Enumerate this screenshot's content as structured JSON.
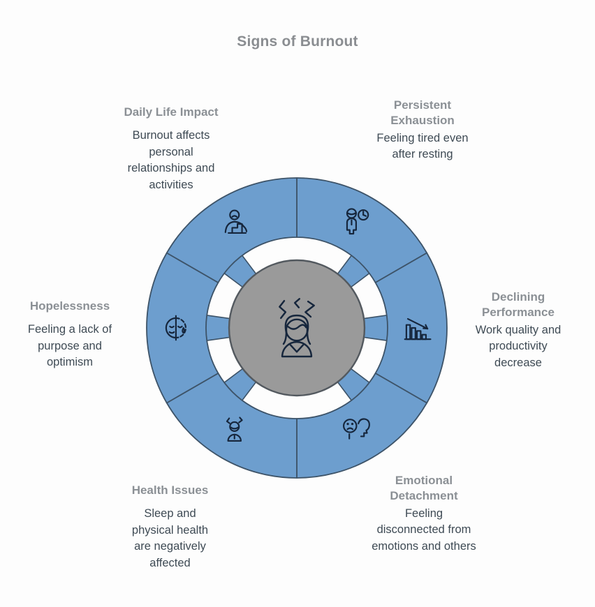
{
  "title": "Signs of Burnout",
  "center": {
    "icon": "stressed-person-icon"
  },
  "segments": [
    {
      "id": "persistent-exhaustion",
      "heading": "Persistent Exhaustion",
      "body": "Feeling tired even after resting",
      "icon": "tired-person-clock-icon"
    },
    {
      "id": "declining-performance",
      "heading": "Declining Performance",
      "body": "Work quality and productivity decrease",
      "icon": "declining-bar-chart-icon"
    },
    {
      "id": "emotional-detachment",
      "heading": "Emotional Detachment",
      "body": "Feeling disconnected from emotions and others",
      "icon": "sad-face-head-profile-icon"
    },
    {
      "id": "health-issues",
      "heading": "Health Issues",
      "body": "Sleep and physical health are negatively affected",
      "icon": "stressed-small-person-icon"
    },
    {
      "id": "hopelessness",
      "heading": "Hopelessness",
      "body": "Feeling a lack of purpose and optimism",
      "icon": "split-sad-face-teardrop-icon"
    },
    {
      "id": "daily-life-impact",
      "heading": "Daily Life Impact",
      "body": "Burnout affects personal relationships and activities",
      "icon": "sad-person-at-desk-icon"
    }
  ],
  "colors": {
    "ring": "#6D9ECE",
    "ring_border": "#3D5368",
    "center_fill": "#9A9A9A",
    "center_border": "#53595F",
    "icon_stroke": "#16263C",
    "heading": "#8B9095",
    "body": "#3E4A54",
    "title": "#8A8D91",
    "background": "#FDFDFD"
  }
}
